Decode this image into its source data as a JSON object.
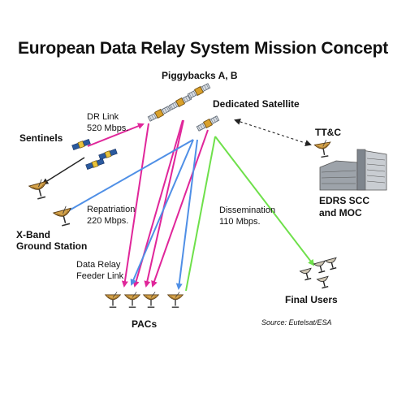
{
  "title": "European Data Relay System Mission Concept",
  "labels": {
    "piggybacks": "Piggybacks A, B",
    "dedicated_satellite": "Dedicated Satellite",
    "sentinels": "Sentinels",
    "dr_link_line1": "DR Link",
    "dr_link_line2": "520 Mbps.",
    "ttc": "TT&C",
    "edrs_line1": "EDRS SCC",
    "edrs_line2": "and MOC",
    "repatriation_line1": "Repatriation",
    "repatriation_line2": "220 Mbps.",
    "dissemination_line1": "Dissemination",
    "dissemination_line2": "110 Mbps.",
    "xband_line1": "X-Band",
    "xband_line2": "Ground Station",
    "feeder_line1": "Data Relay",
    "feeder_line2": "Feeder Link",
    "final_users": "Final Users",
    "pacs": "PACs",
    "source": "Source: Eutelsat/ESA"
  },
  "colors": {
    "dr_link": "#e0269a",
    "feeder_link": "#e0269a",
    "repatriation": "#4f8fe6",
    "dissemination": "#6ee04a",
    "ttc_link": "#222222",
    "sentinel_to_ground": "#222222"
  },
  "icons": [
    "satellite-icon",
    "satellite-dish-icon",
    "building-icon"
  ]
}
